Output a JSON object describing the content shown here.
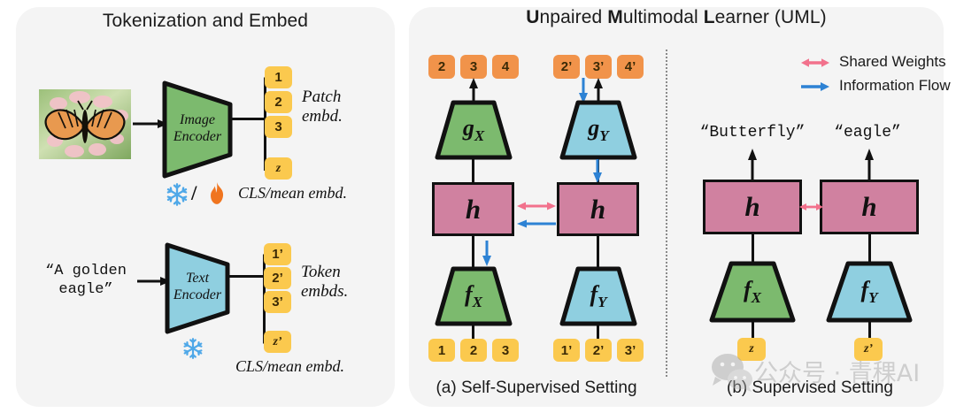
{
  "left_panel": {
    "title": "Tokenization and Embed",
    "image_row": {
      "input_image_alt": "monarch-butterfly-photo",
      "encoder_line1": "Image",
      "encoder_line2": "Encoder",
      "frozen_icon": "snowflake-icon",
      "tunable_icon": "flame-icon",
      "separator": "/",
      "patch_chips": [
        "1",
        "2",
        "3"
      ],
      "cls_chip": "z",
      "patch_note_line1": "Patch",
      "patch_note_line2": "embd.",
      "cls_note": "CLS/mean embd."
    },
    "text_row": {
      "input_line1": "“A golden",
      "input_line2": "eagle”",
      "encoder_line1": "Text",
      "encoder_line2": "Encoder",
      "frozen_icon": "snowflake-icon",
      "token_chips": [
        "1’",
        "2’",
        "3’"
      ],
      "cls_chip": "z’",
      "token_note_line1": "Token",
      "token_note_line2": "embds.",
      "cls_note": "CLS/mean embd."
    }
  },
  "right_panel": {
    "title_parts": [
      "U",
      "npaired ",
      "M",
      "ultimodal ",
      "L",
      "earner (UML)"
    ],
    "title_plain": "Unpaired Multimodal Learner (UML)",
    "legend": [
      {
        "icon": "double-headed-arrow-icon",
        "label": "Shared Weights",
        "color": "#f2718c"
      },
      {
        "icon": "right-arrow-icon",
        "label": "Information Flow",
        "color": "#2d82d4"
      }
    ],
    "panel_a": {
      "caption": "(a) Self-Supervised Setting",
      "branch_x": {
        "output_chips": [
          "2",
          "3",
          "4"
        ],
        "input_chips": [
          "1",
          "2",
          "3"
        ],
        "top_block": "g",
        "top_block_sub": "X",
        "mid_block": "h",
        "bottom_block": "f",
        "bottom_block_sub": "X"
      },
      "branch_y": {
        "output_chips": [
          "2’",
          "3’",
          "4’"
        ],
        "input_chips": [
          "1’",
          "2’",
          "3’"
        ],
        "top_block": "g",
        "top_block_sub": "Y",
        "mid_block": "h",
        "bottom_block": "f",
        "bottom_block_sub": "Y"
      }
    },
    "panel_b": {
      "caption": "(b) Supervised Setting",
      "branch_x": {
        "output_label": "“Butterfly”",
        "mid_block": "h",
        "bottom_block": "f",
        "bottom_block_sub": "X",
        "input_chip": "z"
      },
      "branch_y": {
        "output_label": "“eagle”",
        "mid_block": "h",
        "bottom_block": "f",
        "bottom_block_sub": "Y",
        "input_chip": "z’"
      }
    }
  },
  "watermark": {
    "icon": "wechat-icon",
    "text": "公众号 · 青稞AI"
  },
  "colors": {
    "panel_bg": "#f4f4f4",
    "green": "#7cba6e",
    "blue": "#8fcfe0",
    "pink": "#d081a0",
    "gold": "#fbc94e",
    "orange": "#f1934a",
    "shared_arrow": "#f2718c",
    "info_arrow": "#2d82d4",
    "stroke": "#111111"
  }
}
